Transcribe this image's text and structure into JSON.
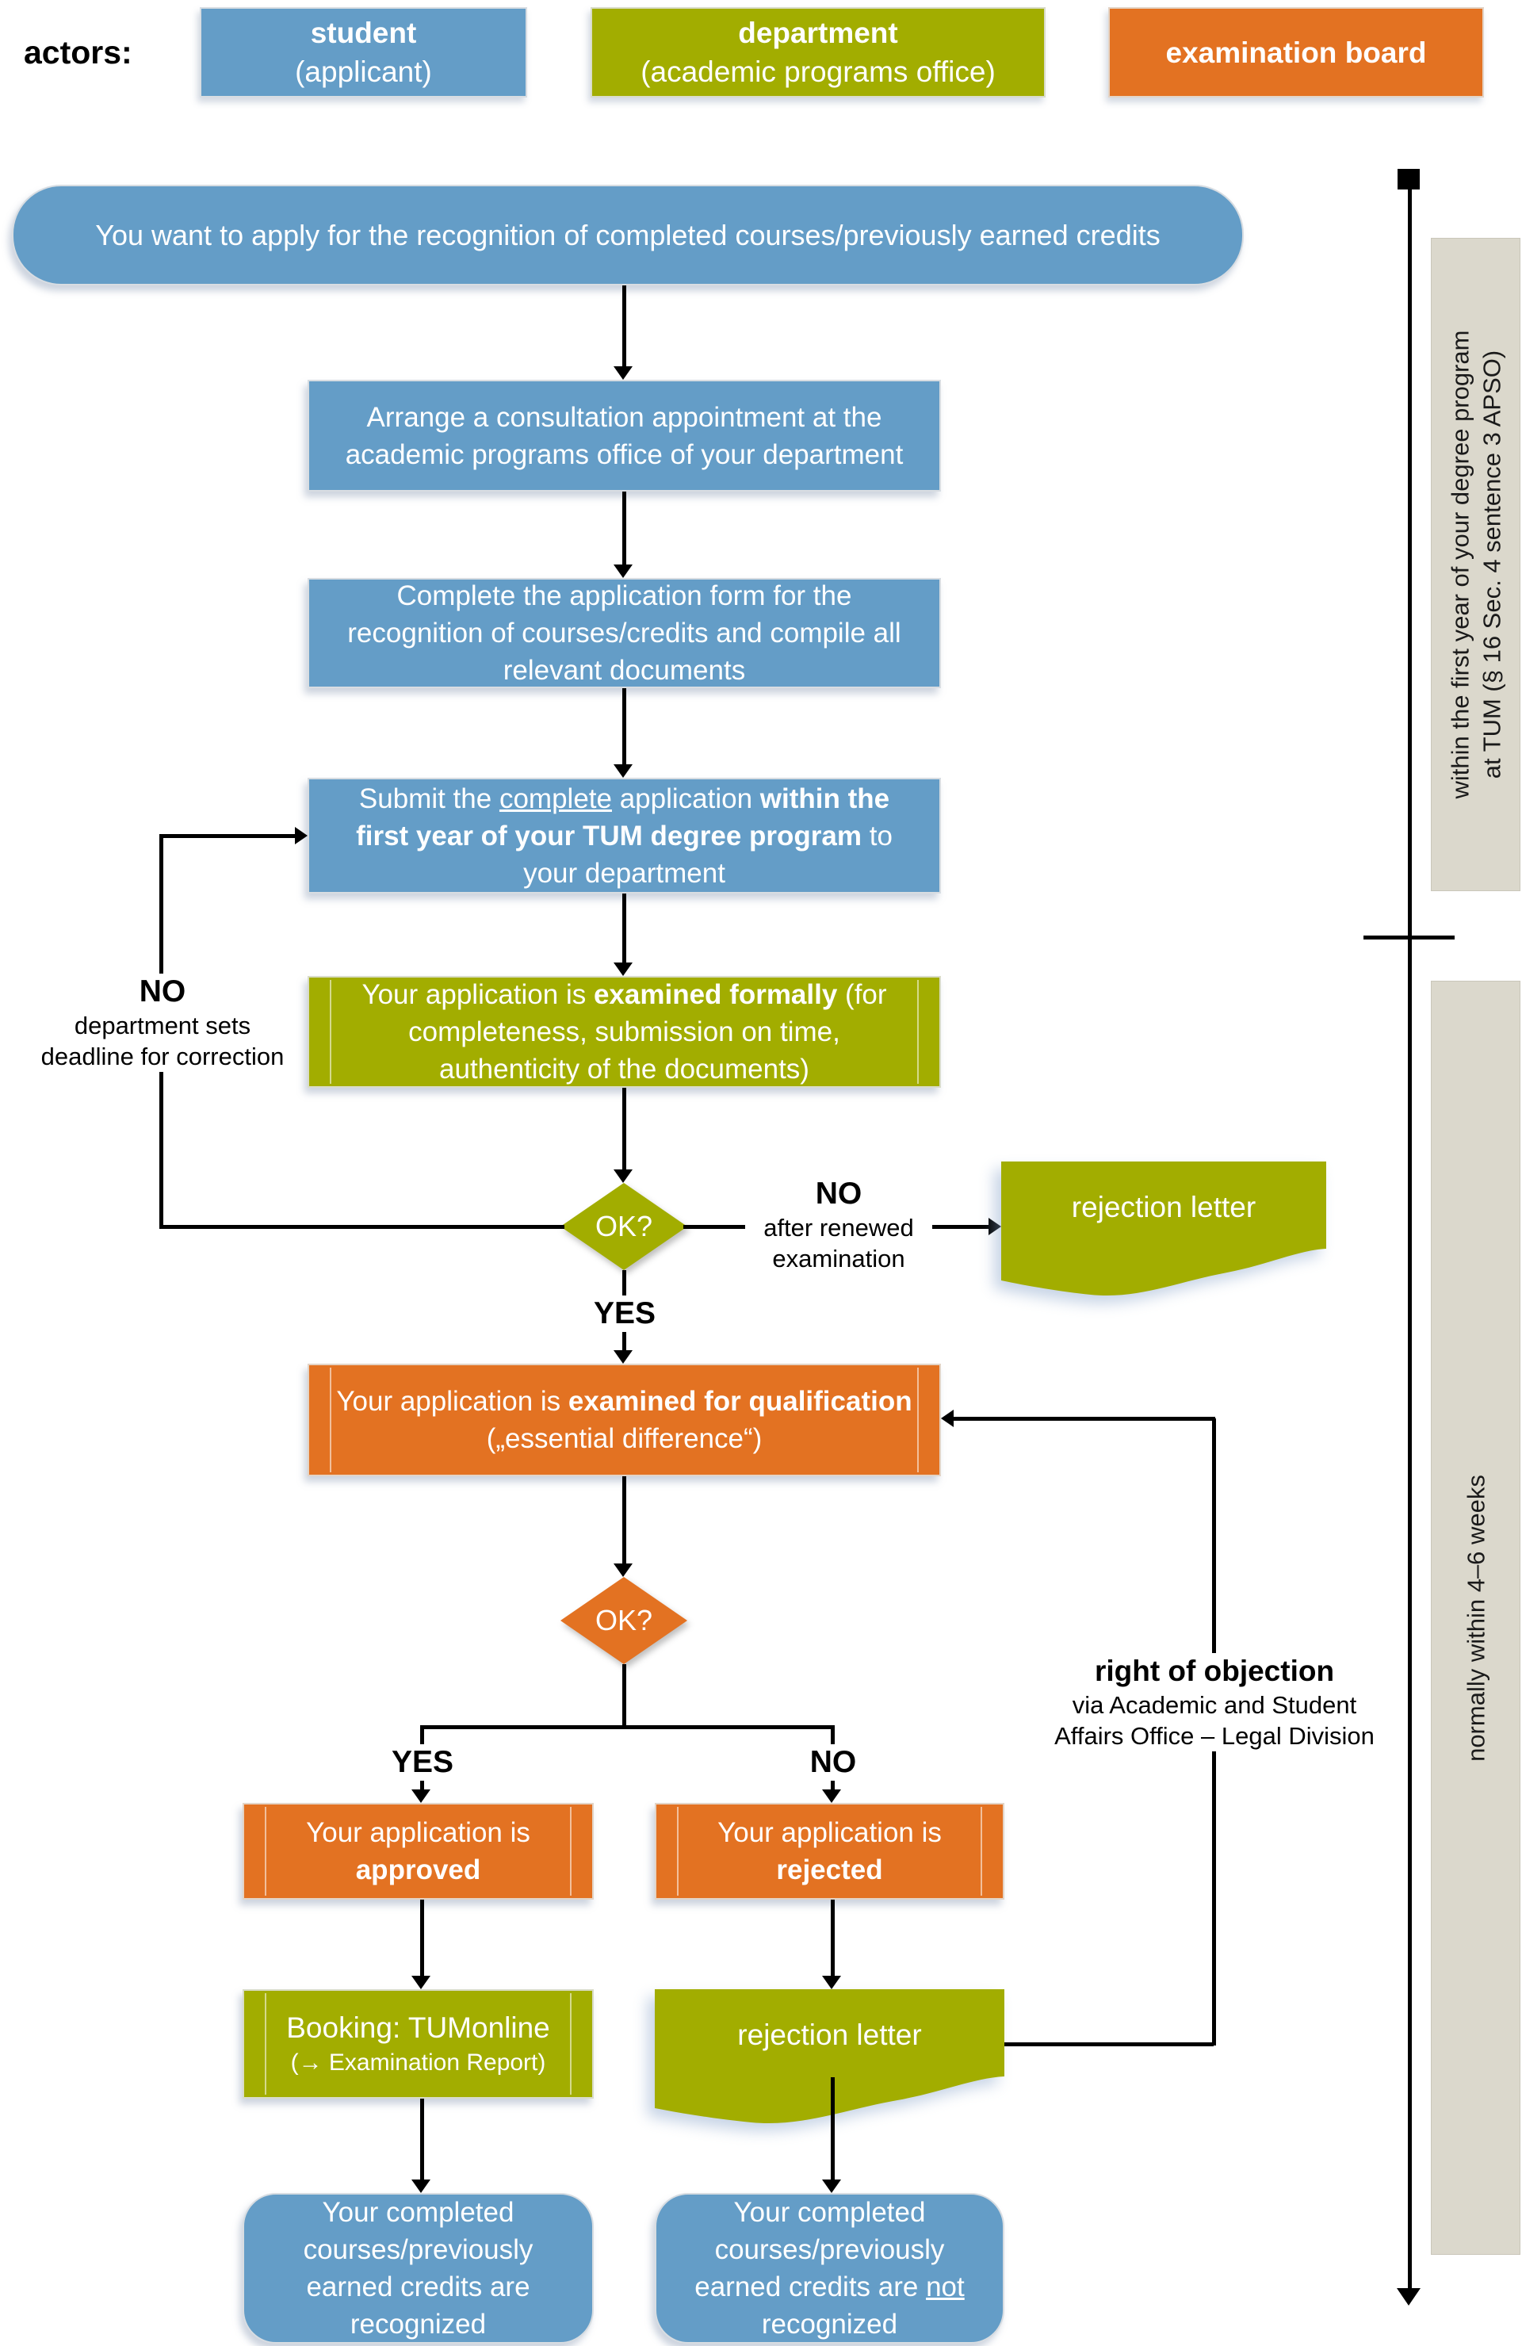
{
  "colors": {
    "actor_blue": "#649DC7",
    "actor_green": "#A2AD00",
    "actor_orange": "#E37222",
    "timeline_gray": "#DBD8CC",
    "connector_black": "#000000"
  },
  "actors": {
    "label": "actors:",
    "items": [
      {
        "name": "student",
        "subtitle": "(applicant)"
      },
      {
        "name": "department",
        "subtitle": "(academic programs office)"
      },
      {
        "name": "examination board",
        "subtitle": ""
      }
    ]
  },
  "flow": {
    "start": "You want to apply for the recognition of completed courses/previously earned credits",
    "arrange": "Arrange a consultation appointment at the academic programs office of your department",
    "complete": "Complete the application form for the recognition of courses/credits and compile all relevant documents",
    "submit": {
      "p1": "Submit the ",
      "u": "complete",
      "p2": " application ",
      "b": "within the first year of your TUM degree program",
      "p3": " to your department"
    },
    "formal": {
      "p1": "Your application is ",
      "b": "examined formally",
      "p2": " (for completeness, submission on time, authenticity of the documents)"
    },
    "decision1": "OK?",
    "decision2": "OK?",
    "qualification": {
      "p1": "Your application is ",
      "b": "examined for qualification",
      "p2": " („essential difference“)"
    },
    "approved": {
      "p1": "Your application is",
      "b": "approved"
    },
    "rejected": {
      "p1": "Your application is",
      "b": "rejected"
    },
    "booking": {
      "line1": "Booking: TUMonline",
      "line2": "(→ Examination Report)"
    },
    "rejection_letter_1": "rejection letter",
    "rejection_letter_2": "rejection letter",
    "recognized": "Your completed courses/previously earned credits are recognized",
    "not_recognized": {
      "p1": "Your completed courses/previously earned credits are ",
      "u": "not",
      "p2": " recognized"
    }
  },
  "labels": {
    "no_correction": {
      "no": "NO",
      "line1": "department sets",
      "line2": "deadline for correction"
    },
    "no_renewed": {
      "no": "NO",
      "line1": "after renewed",
      "line2": "examination"
    },
    "yes_after_decision1": "YES",
    "yes_branch": "YES",
    "no_branch": "NO",
    "objection": {
      "title": "right of objection",
      "line1": "via Academic and Student",
      "line2": "Affairs Office – Legal Division"
    }
  },
  "timeline": {
    "phase1": {
      "line1": "within the first year of your degree program",
      "line2": "at TUM (§ 16 Sec. 4 sentence 3 APSO)"
    },
    "phase2": "normally within 4–6 weeks"
  }
}
